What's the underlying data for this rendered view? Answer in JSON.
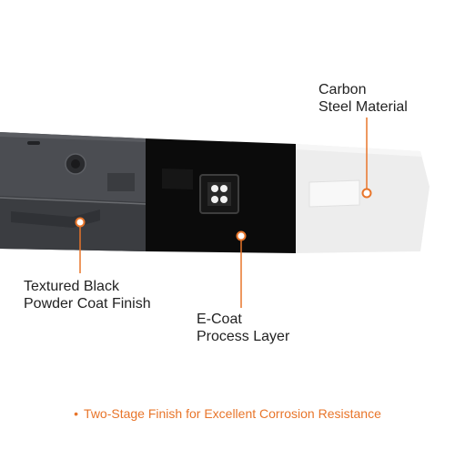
{
  "callouts": {
    "carbon_steel": {
      "line1": "Carbon",
      "line2": "Steel Material"
    },
    "powder_coat": {
      "line1": "Textured Black",
      "line2": "Powder Coat Finish"
    },
    "ecoat": {
      "line1": "E-Coat",
      "line2": "Process Layer"
    }
  },
  "footer": {
    "bullet": "•",
    "text": "Two-Stage Finish for Excellent Corrosion Resistance"
  },
  "colors": {
    "accent": "#e8752a",
    "powder_coat": "#4a4c50",
    "ecoat": "#0b0b0b",
    "steel": "#eeeeee",
    "text": "#222222"
  }
}
